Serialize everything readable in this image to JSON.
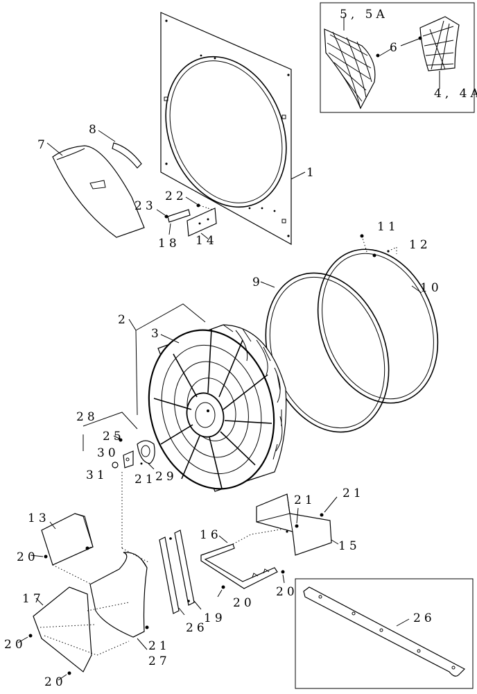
{
  "callouts": {
    "c1": "1",
    "c2": "2",
    "c3": "3",
    "c4_4a": "4, 4A",
    "c5_5a": "5, 5A",
    "c6": "6",
    "c7": "7",
    "c8": "8",
    "c9": "9",
    "c10": "10",
    "c11": "11",
    "c12": "12",
    "c13": "13",
    "c14": "14",
    "c15": "15",
    "c16": "16",
    "c17": "17",
    "c18": "18",
    "c19": "19",
    "c20a": "20",
    "c20b": "20",
    "c20c": "20",
    "c20d": "20",
    "c20e": "20",
    "c21a": "21",
    "c21b": "21",
    "c21c": "21",
    "c21d": "21",
    "c22": "22",
    "c23": "23",
    "c25": "25",
    "c26a": "26",
    "c26b": "26",
    "c27": "27",
    "c28": "28",
    "c29": "29",
    "c30": "30",
    "c31": "31"
  }
}
